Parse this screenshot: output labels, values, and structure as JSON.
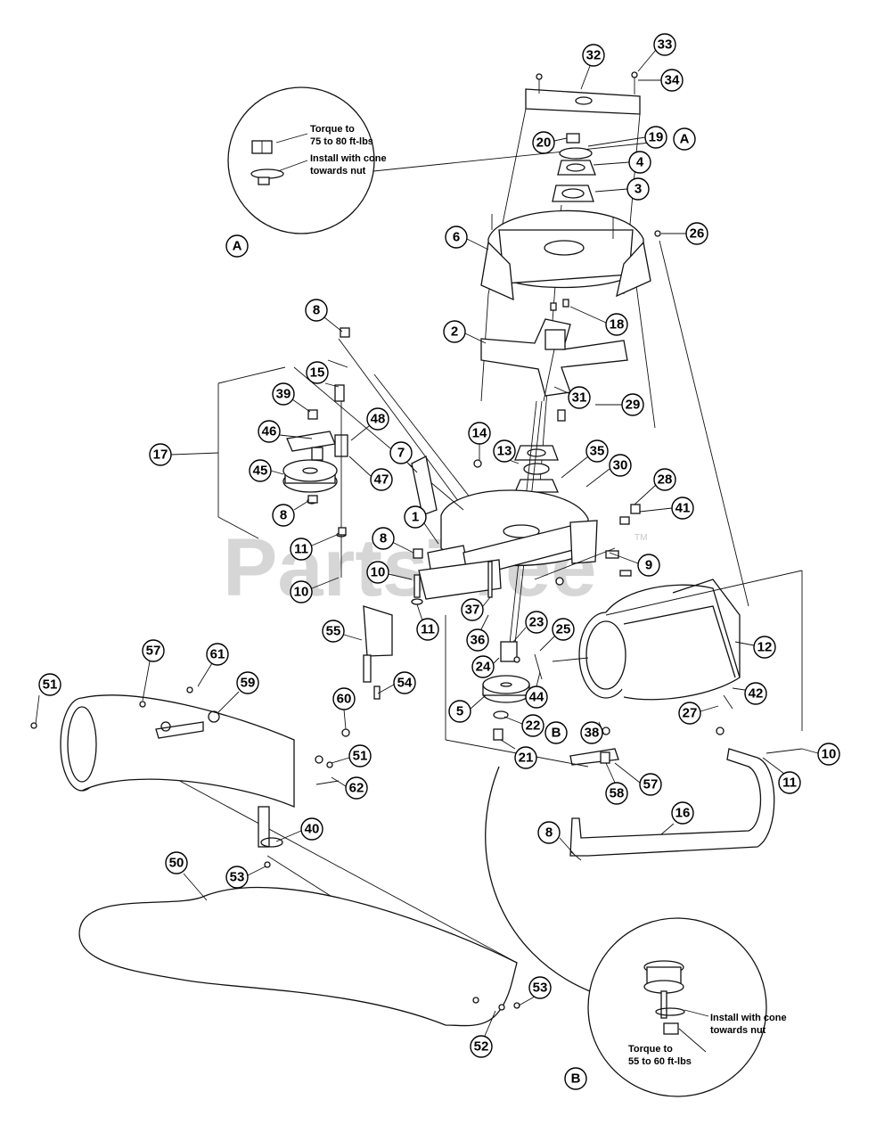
{
  "watermark": {
    "text": "PartsTree",
    "trademark": "TM"
  },
  "detail_a": {
    "label": "A",
    "note_torque_1": "Torque to",
    "note_torque_2": "75 to 80 ft-lbs",
    "note_install_1": "Install with cone",
    "note_install_2": "towards nut"
  },
  "detail_b": {
    "label": "B",
    "note_install_1": "Install with cone",
    "note_install_2": "towards nut",
    "note_torque_1": "Torque to",
    "note_torque_2": "55 to 60 ft-lbs"
  },
  "callouts": [
    "1",
    "2",
    "3",
    "4",
    "5",
    "6",
    "7",
    "8",
    "9",
    "10",
    "11",
    "12",
    "13",
    "14",
    "15",
    "16",
    "17",
    "18",
    "19",
    "20",
    "21",
    "22",
    "23",
    "24",
    "25",
    "26",
    "27",
    "28",
    "29",
    "30",
    "31",
    "32",
    "33",
    "34",
    "35",
    "36",
    "37",
    "38",
    "39",
    "40",
    "41",
    "42",
    "44",
    "45",
    "46",
    "47",
    "48",
    "50",
    "51",
    "52",
    "53",
    "54",
    "55",
    "57",
    "58",
    "59",
    "60",
    "61",
    "62",
    "A",
    "B"
  ]
}
